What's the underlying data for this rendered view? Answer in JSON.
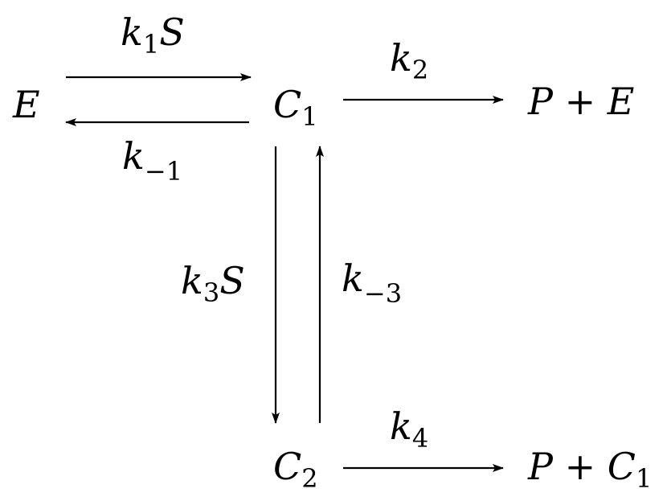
{
  "nodes": {
    "E": {
      "base": "E"
    },
    "C1": {
      "base": "C",
      "sub": "1"
    },
    "PE": {
      "p": "P",
      "plus": " + ",
      "e": "E"
    },
    "C2": {
      "base": "C",
      "sub": "2"
    },
    "PC1": {
      "p": "P",
      "plus": " + ",
      "c": "C",
      "sub": "1"
    }
  },
  "rates": {
    "k1S": {
      "k": "k",
      "sub": "1",
      "s": "S"
    },
    "km1": {
      "k": "k",
      "sub": "−1"
    },
    "k2": {
      "k": "k",
      "sub": "2"
    },
    "k3S": {
      "k": "k",
      "sub": "3",
      "s": "S"
    },
    "km3": {
      "k": "k",
      "sub": "−3"
    },
    "k4": {
      "k": "k",
      "sub": "4"
    }
  }
}
